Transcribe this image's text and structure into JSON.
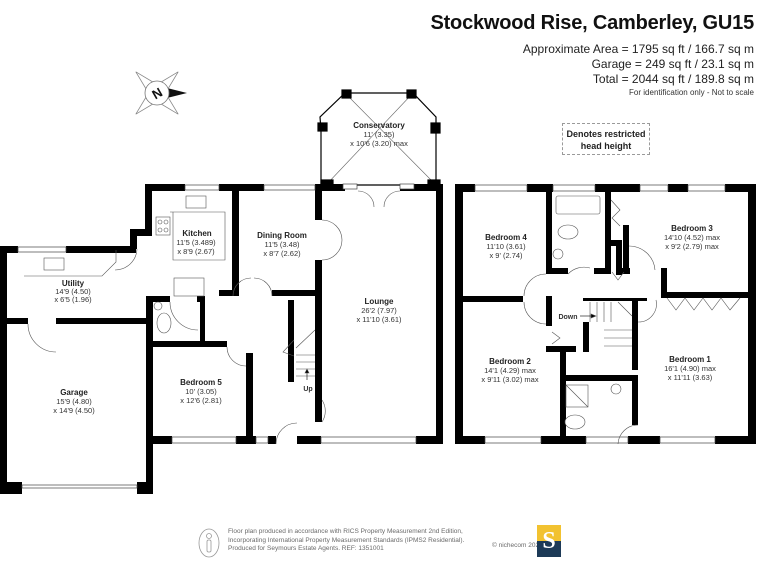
{
  "header": {
    "title": "Stockwood Rise, Camberley, GU15",
    "area_lines": [
      "Approximate Area = 1795 sq ft / 166.7 sq m",
      "Garage = 249 sq ft / 23.1 sq m",
      "Total = 2044 sq ft / 189.8 sq m"
    ],
    "scale_note": "For identification only - Not to scale"
  },
  "legend": {
    "restricted_line1": "Denotes restricted",
    "restricted_line2": "head height"
  },
  "compass": {
    "label": "N"
  },
  "ground_floor": {
    "rooms": [
      {
        "name": "Conservatory",
        "dim1": "11' (3.35)",
        "dim2": "x 10'6 (3.20) max"
      },
      {
        "name": "Kitchen",
        "dim1": "11'5 (3.489)",
        "dim2": "x 8'9 (2.67)"
      },
      {
        "name": "Dining Room",
        "dim1": "11'5 (3.48)",
        "dim2": "x 8'7 (2.62)"
      },
      {
        "name": "Utility",
        "dim1": "14'9 (4.50)",
        "dim2": "x 6'5 (1.96)"
      },
      {
        "name": "Lounge",
        "dim1": "26'2 (7.97)",
        "dim2": "x 11'10 (3.61)"
      },
      {
        "name": "Garage",
        "dim1": "15'9 (4.80)",
        "dim2": "x 14'9 (4.50)"
      },
      {
        "name": "Bedroom 5",
        "dim1": "10' (3.05)",
        "dim2": "x 12'6 (2.81)"
      }
    ],
    "stair_label": "Up"
  },
  "first_floor": {
    "rooms": [
      {
        "name": "Bedroom 4",
        "dim1": "11'10 (3.61)",
        "dim2": "x 9' (2.74)"
      },
      {
        "name": "Bedroom 3",
        "dim1": "14'10 (4.52) max",
        "dim2": "x 9'2 (2.79) max"
      },
      {
        "name": "Bedroom 2",
        "dim1": "14'1 (4.29) max",
        "dim2": "x 9'11 (3.02) max"
      },
      {
        "name": "Bedroom 1",
        "dim1": "16'1 (4.90) max",
        "dim2": "x 11'11 (3.63)"
      }
    ],
    "stair_label": "Down"
  },
  "footer": {
    "lines": [
      "Floor plan produced in accordance with RICS Property Measurement 2nd Edition,",
      "Incorporating International Property Measurement Standards (IPMS2 Residential).",
      "Produced for Seymours Estate Agents.   REF: 1351001"
    ],
    "copyright": "© nichecom 2025.",
    "logo_letter": "S",
    "logo_colors": {
      "top": "#f2c230",
      "bottom": "#1d3a57"
    }
  }
}
